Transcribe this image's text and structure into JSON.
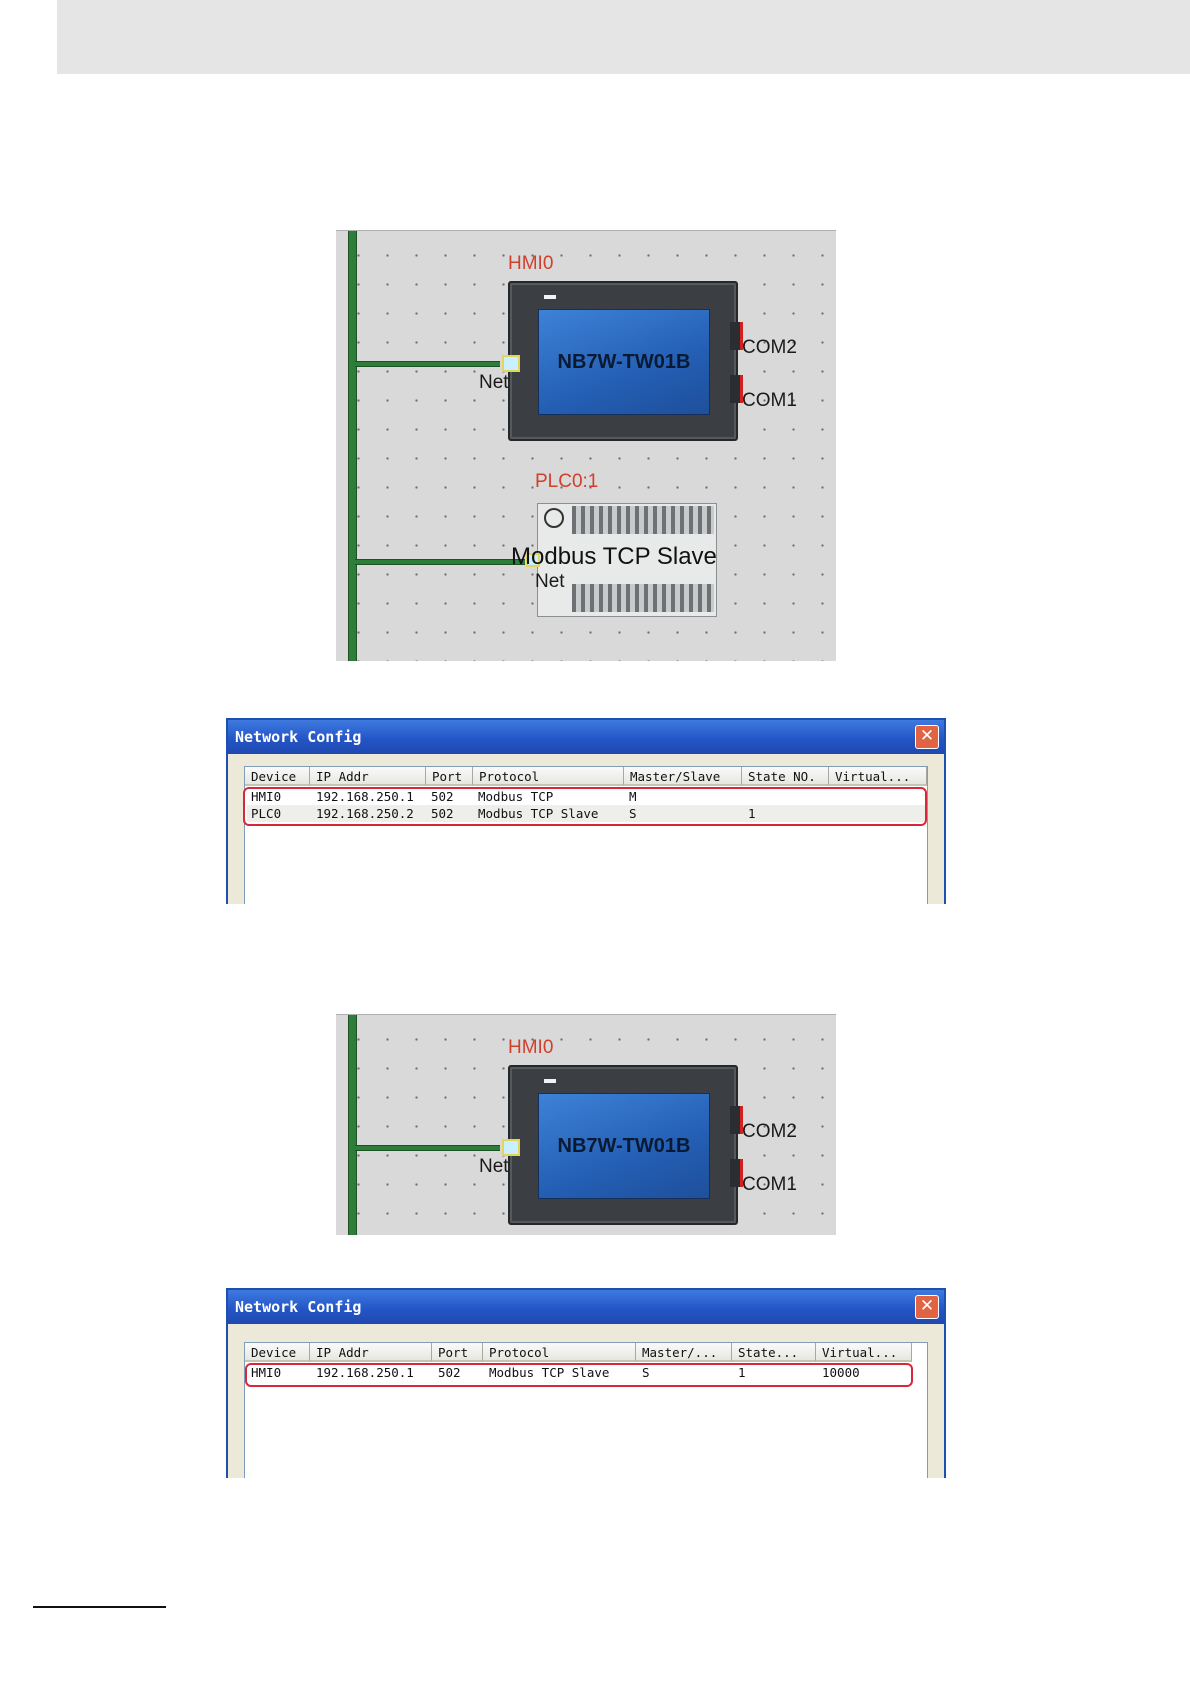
{
  "diagram1": {
    "hmi_label": "HMI0",
    "hmi_model": "NB7W-TW01B",
    "hmi_port_net": "Net",
    "hmi_com2": "COM2",
    "hmi_com1": "COM1",
    "plc_label": "PLC0:1",
    "plc_protocol": "Modbus TCP Slave",
    "plc_port_net": "Net"
  },
  "table1": {
    "title": "Network Config",
    "columns": [
      "Device",
      "IP Addr",
      "Port",
      "Protocol",
      "Master/Slave",
      "State NO.",
      "Virtual..."
    ],
    "rows": [
      [
        "HMI0",
        "192.168.250.1",
        "502",
        "Modbus TCP",
        "M",
        "",
        ""
      ],
      [
        "PLC0",
        "192.168.250.2",
        "502",
        "Modbus TCP Slave",
        "S",
        "1",
        ""
      ]
    ]
  },
  "diagram2": {
    "hmi_label": "HMI0",
    "hmi_model": "NB7W-TW01B",
    "hmi_port_net": "Net",
    "hmi_com2": "COM2",
    "hmi_com1": "COM1"
  },
  "table2": {
    "title": "Network Config",
    "columns": [
      "Device",
      "IP Addr",
      "Port",
      "Protocol",
      "Master/...",
      "State...",
      "Virtual..."
    ],
    "rows": [
      [
        "HMI0",
        "192.168.250.1",
        "502",
        "Modbus TCP Slave",
        "S",
        "1",
        "10000"
      ]
    ]
  },
  "colors": {
    "bus": "#2f7d3a",
    "label": "#d0402a",
    "highlight": "#d7283b",
    "title_bar": "#2456c7"
  }
}
